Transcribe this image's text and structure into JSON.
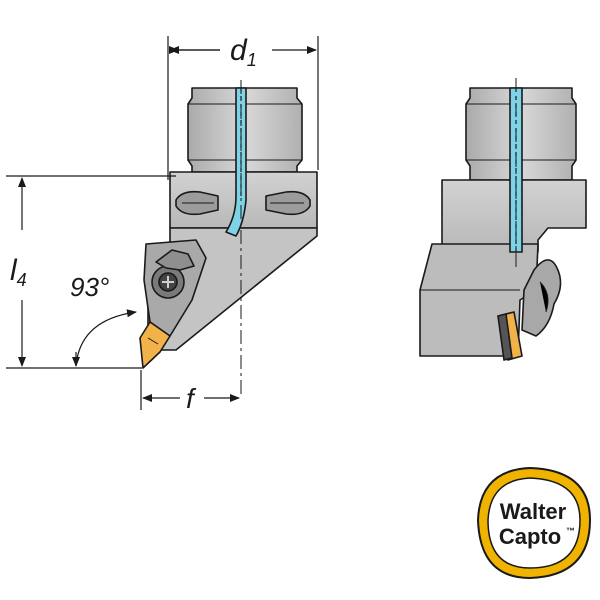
{
  "dimensions": {
    "d1": {
      "base": "d",
      "sub": "1"
    },
    "l4": {
      "base": "l",
      "sub": "4"
    },
    "angle": "93°",
    "f": "f"
  },
  "logo": {
    "line1": "Walter",
    "line2": "Capto",
    "mark": "™"
  },
  "colors": {
    "body_gray": "#c9c9c9",
    "dark_gray": "#9a9a9a",
    "coolant_blue": "#7fd3e6",
    "insert_gold": "#f2b24a",
    "logo_ring": "#f0b400",
    "outline": "#1a1a1a"
  }
}
